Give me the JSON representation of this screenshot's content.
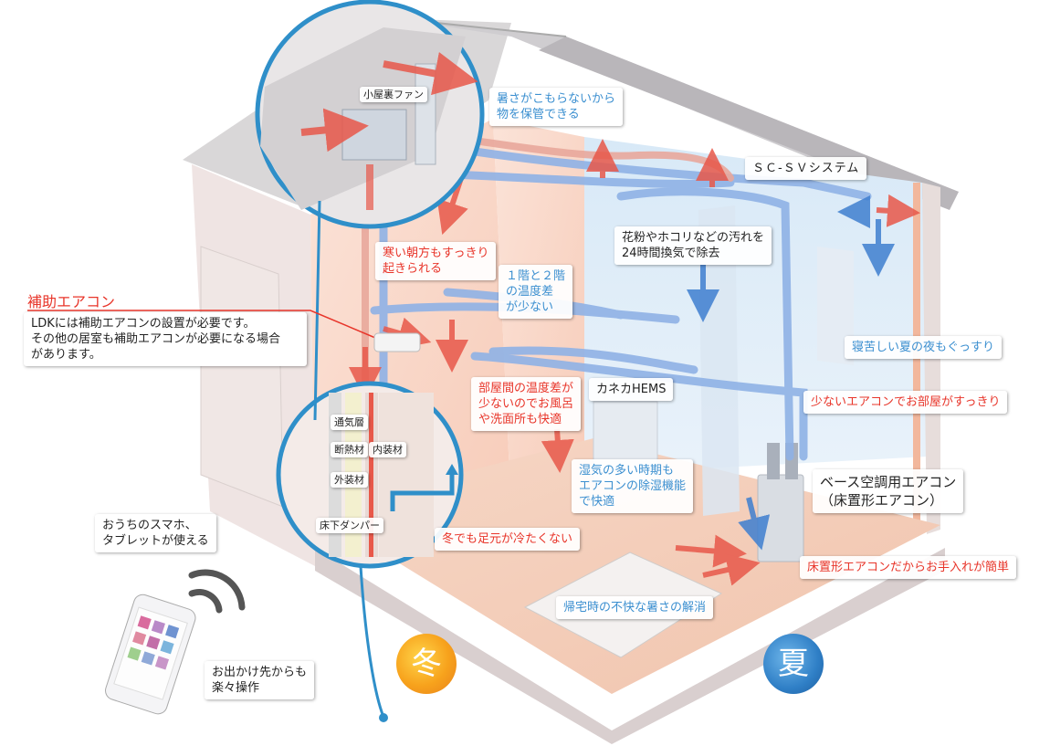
{
  "labels": {
    "attic_fan": "小屋裏ファン",
    "attic_storage": [
      "暑さがこもらないから",
      "物を保管できる"
    ],
    "system": "ＳＣ-ＳＶシステム",
    "pollen": [
      "花粉やホコリなどの汚れを",
      "24時間換気で除去"
    ],
    "cold_morning": [
      "寒い朝方もすっきり",
      "起きられる"
    ],
    "floor_diff": [
      "１階と２階",
      "の温度差",
      "が少ない"
    ],
    "aux_ac_title": "補助エアコン",
    "aux_ac_desc": [
      "LDKには補助エアコンの設置が必要です。",
      "その他の居室も補助エアコンが必要になる場合",
      "があります。"
    ],
    "sleep": "寝苦しい夏の夜もぐっすり",
    "few_ac": "少ないエアコンでお部屋がすっきり",
    "room_diff": [
      "部屋間の温度差が",
      "少ないのでお風呂",
      "や洗面所も快適"
    ],
    "hems": "カネカHEMS",
    "humid": [
      "湿気の多い時期も",
      "エアコンの除湿機能",
      "で快適"
    ],
    "base_ac": [
      "ベース空調用エアコン",
      "（床置形エアコン）"
    ],
    "vent_layer": "通気層",
    "insulation": "断熱材",
    "interior": "内装材",
    "exterior": "外装材",
    "damper": "床下ダンパー",
    "winter_feet": "冬でも足元が冷たくない",
    "floor_ac": "床置形エアコンだからお手入れが簡単",
    "return_heat": "帰宅時の不快な暑さの解消",
    "smartphone": [
      "おうちのスマホ、",
      "タブレットが使える"
    ],
    "remote": [
      "お出かけ先からも",
      "楽々操作"
    ],
    "winter": "冬",
    "summer": "夏"
  },
  "colors": {
    "warm_arrow": "#e8584a",
    "cool_arrow": "#3f7fd0",
    "duct": "#8fb2e6",
    "circle": "#2f8fc9",
    "label_red": "#e8352a",
    "label_blue": "#3b8fd0"
  }
}
